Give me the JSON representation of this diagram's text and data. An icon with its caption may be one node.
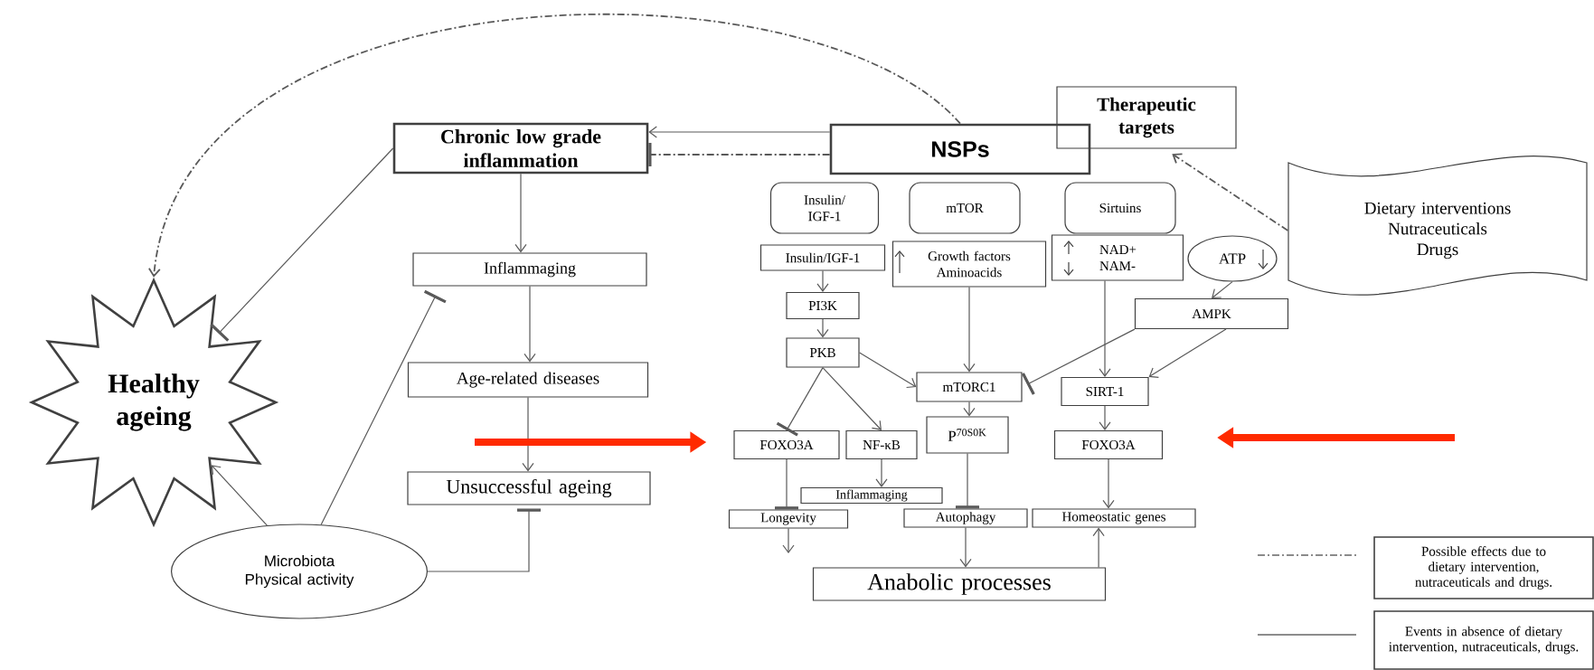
{
  "diagram": {
    "nodes": [
      {
        "text": [
          "Chronic low grade inflammation"
        ]
      },
      {
        "text": [
          "NSPs"
        ]
      },
      {
        "text": [
          "Therapeutic targets"
        ]
      },
      {
        "text": [
          "Dietary interventions",
          "Nutraceuticals",
          "Drugs"
        ]
      },
      {
        "text": [
          "Insulin/ IGF-1"
        ]
      },
      {
        "text": [
          "mTOR"
        ]
      },
      {
        "text": [
          "Sirtuins"
        ]
      },
      {
        "text": [
          "Insulin/IGF-1"
        ]
      },
      {
        "text": [
          "Growth factors Aminoacids"
        ]
      },
      {
        "text": [
          "NAD+ NAM-"
        ]
      },
      {
        "text": [
          "ATP"
        ]
      },
      {
        "text": [
          "AMPK"
        ]
      },
      {
        "text": [
          "PI3K"
        ]
      },
      {
        "text": [
          "PKB"
        ]
      },
      {
        "text": [
          "mTORC1"
        ]
      },
      {
        "text": [
          "SIRT-1"
        ]
      },
      {
        "text": [
          "FOXO3A"
        ]
      },
      {
        "text": [
          "NF-κB"
        ]
      },
      {
        "text": [
          "P$^{70S0K}$"
        ]
      },
      {
        "text": [
          "FOXO3A"
        ]
      },
      {
        "text": [
          "Inflammaging"
        ]
      },
      {
        "text": [
          "Longevity"
        ]
      },
      {
        "text": [
          "Autophagy"
        ]
      },
      {
        "text": [
          "Homeostatic genes"
        ]
      },
      {
        "text": [
          "Anabolic processes"
        ]
      },
      {
        "text": [
          "Inflammaging"
        ]
      },
      {
        "text": [
          "Age-related diseases"
        ]
      },
      {
        "text": [
          "Unsuccessful ageing"
        ]
      },
      {
        "text": [
          "Healthy ageing"
        ]
      },
      {
        "text": [
          "Microbiota",
          "Physical activity"
        ]
      }
    ],
    "edges": [
      {
        "from": 1,
        "to": 0,
        "arrow": "to"
      },
      {
        "from": 1,
        "to": 0,
        "arrow": "other",
        "style": "dashed"
      },
      {
        "from": 0,
        "to": 25,
        "arrow": "to"
      },
      {
        "from": 25,
        "to": 26,
        "arrow": "to"
      },
      {
        "from": 26,
        "to": 27,
        "arrow": "to"
      },
      {
        "from": 29,
        "to": 28,
        "arrow": "to"
      },
      {
        "from": 29,
        "to": 27,
        "arrow": "other"
      },
      {
        "from": 29,
        "to": 25,
        "arrow": "other"
      },
      {
        "from": 0,
        "to": 28,
        "arrow": "other"
      },
      {
        "from": 1,
        "to": 28,
        "arrow": "to",
        "style": "dashed"
      },
      {
        "from": 3,
        "to": 2,
        "arrow": "to",
        "style": "dashed"
      },
      {
        "from": 7,
        "to": 12,
        "arrow": "to"
      },
      {
        "from": 12,
        "to": 13,
        "arrow": "to"
      },
      {
        "from": 13,
        "to": 14,
        "arrow": "to"
      },
      {
        "from": 13,
        "to": 16,
        "arrow": "other"
      },
      {
        "from": 13,
        "to": 17,
        "arrow": "to"
      },
      {
        "from": 8,
        "to": 14,
        "arrow": "to"
      },
      {
        "from": 9,
        "to": 15,
        "arrow": "to"
      },
      {
        "from": 10,
        "to": 11,
        "arrow": "to"
      },
      {
        "from": 11,
        "to": 14,
        "arrow": "other"
      },
      {
        "from": 11,
        "to": 15,
        "arrow": "to"
      },
      {
        "from": 14,
        "to": 18,
        "arrow": "to"
      },
      {
        "from": 15,
        "to": 19,
        "arrow": "to"
      },
      {
        "from": 17,
        "to": 20,
        "arrow": "to"
      },
      {
        "from": 16,
        "to": 21,
        "arrow": "other"
      },
      {
        "from": 18,
        "to": 22,
        "arrow": "other"
      },
      {
        "from": 19,
        "to": 23,
        "arrow": "to"
      },
      {
        "from": 21,
        "to": null,
        "arrow": "to"
      },
      {
        "from": 22,
        "to": 24,
        "arrow": "to"
      },
      {
        "from": 24,
        "to": 23,
        "arrow": "to"
      },
      {
        "from": null,
        "to": 16,
        "arrow": "to",
        "style": "thick",
        "color": "#ff2a00"
      },
      {
        "from": null,
        "to": 19,
        "arrow": "to",
        "style": "thick",
        "color": "#ff2a00"
      }
    ],
    "legend": [
      {
        "text": "Possible effects due to dietary intervention, nutraceuticals and drugs."
      },
      {
        "text": "Events in absence of dietary intervention, nutraceuticals, drugs."
      }
    ]
  }
}
